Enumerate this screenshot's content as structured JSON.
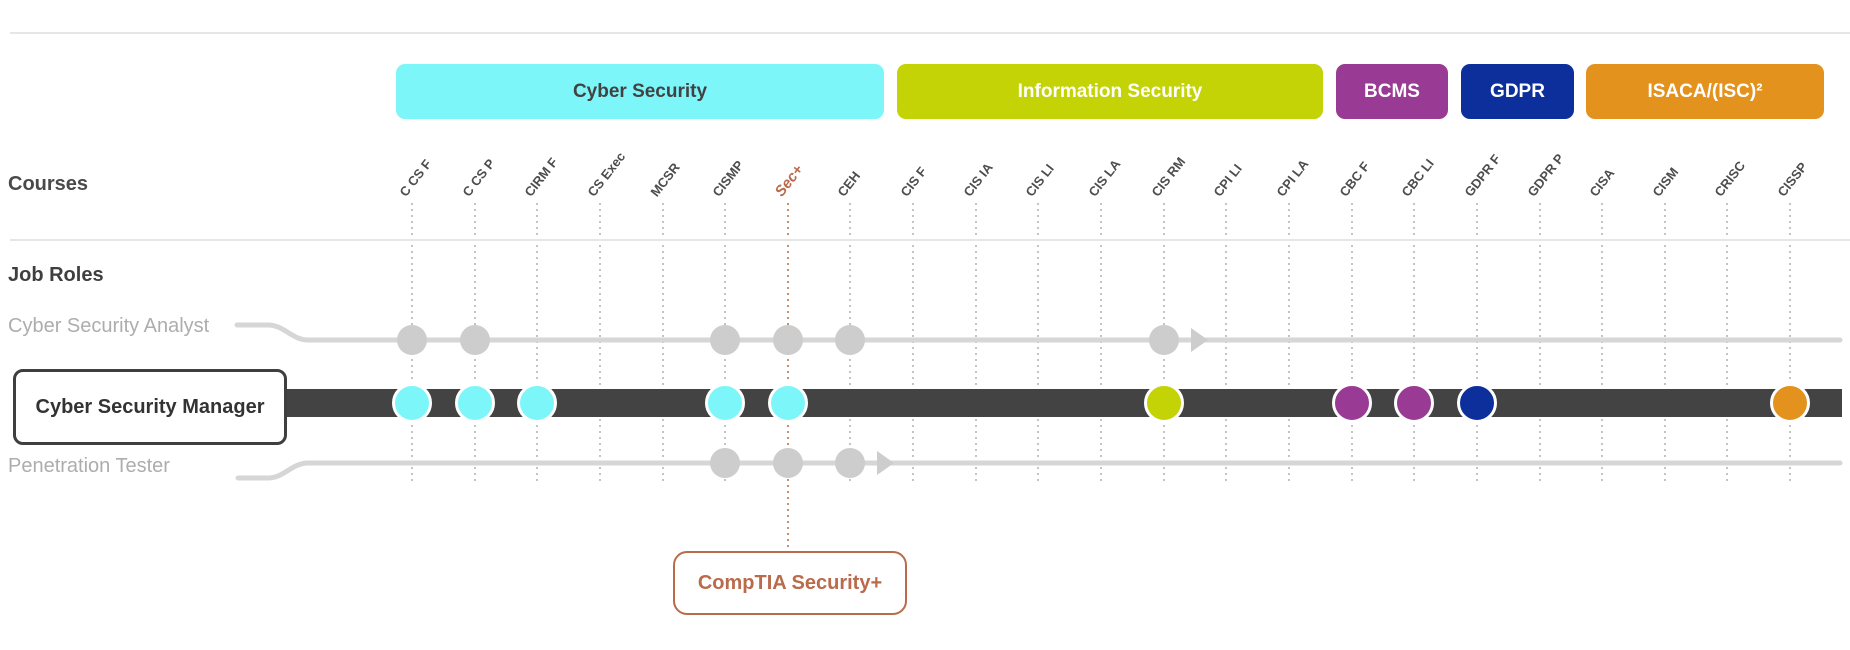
{
  "titles": {
    "courses": "Courses",
    "job_roles": "Job Roles"
  },
  "accent_color": "#B96B4C",
  "track_color": "#434343",
  "minor_color": "#CDCDCD",
  "categories": [
    {
      "id": "cyber",
      "label": "Cyber Security",
      "color": "#7DF6FA",
      "text_color": "#424242"
    },
    {
      "id": "infosec",
      "label": "Information Security",
      "color": "#C3D306",
      "text_color": "#FFFFFF"
    },
    {
      "id": "bcms",
      "label": "BCMS",
      "color": "#993B94",
      "text_color": "#FFFFFF"
    },
    {
      "id": "gdpr",
      "label": "GDPR",
      "color": "#0C2F9B",
      "text_color": "#FFFFFF"
    },
    {
      "id": "isaca",
      "label": "ISACA/(ISC)²",
      "color": "#E2921D",
      "text_color": "#FFFFFF"
    }
  ],
  "courses": [
    {
      "id": "ccsf",
      "label": "C CS F",
      "category": "cyber"
    },
    {
      "id": "ccsp",
      "label": "C CS P",
      "category": "cyber"
    },
    {
      "id": "cirmf",
      "label": "CIRM F",
      "category": "cyber"
    },
    {
      "id": "csexec",
      "label": "CS Exec",
      "category": "cyber"
    },
    {
      "id": "mcsr",
      "label": "MCSR",
      "category": "cyber"
    },
    {
      "id": "cismp",
      "label": "CISMP",
      "category": "cyber"
    },
    {
      "id": "secplus",
      "label": "Sec+",
      "category": "cyber",
      "highlight": true
    },
    {
      "id": "ceh",
      "label": "CEH",
      "category": "cyber"
    },
    {
      "id": "cisf",
      "label": "CIS F",
      "category": "infosec"
    },
    {
      "id": "cisia",
      "label": "CIS IA",
      "category": "infosec"
    },
    {
      "id": "cisli",
      "label": "CIS LI",
      "category": "infosec"
    },
    {
      "id": "cisla",
      "label": "CIS LA",
      "category": "infosec"
    },
    {
      "id": "cisrm",
      "label": "CIS RM",
      "category": "infosec"
    },
    {
      "id": "cpili",
      "label": "CPI LI",
      "category": "infosec"
    },
    {
      "id": "cpila",
      "label": "CPI LA",
      "category": "infosec"
    },
    {
      "id": "cbcf",
      "label": "CBC F",
      "category": "bcms"
    },
    {
      "id": "cbcli",
      "label": "CBC LI",
      "category": "bcms"
    },
    {
      "id": "gdprf",
      "label": "GDPR F",
      "category": "gdpr"
    },
    {
      "id": "gdprp",
      "label": "GDPR P",
      "category": "gdpr"
    },
    {
      "id": "cisa",
      "label": "CISA",
      "category": "isaca"
    },
    {
      "id": "cism",
      "label": "CISM",
      "category": "isaca"
    },
    {
      "id": "crisc",
      "label": "CRISC",
      "category": "isaca"
    },
    {
      "id": "cissp",
      "label": "CISSP",
      "category": "isaca"
    }
  ],
  "roles": [
    {
      "id": "analyst",
      "label": "Cyber Security Analyst",
      "style": "secondary",
      "dots": [
        "ccsf",
        "ccsp",
        "cismp",
        "secplus",
        "ceh",
        "cisrm"
      ],
      "has_arrow": true
    },
    {
      "id": "manager",
      "label": "Cyber Security Manager",
      "style": "primary",
      "dots": [
        "ccsf",
        "ccsp",
        "cirmf",
        "cismp",
        "secplus",
        "cisrm",
        "cbcf",
        "cbcli",
        "gdprf",
        "cissp"
      ],
      "has_arrow": false
    },
    {
      "id": "pentester",
      "label": "Penetration Tester",
      "style": "secondary",
      "dots": [
        "cismp",
        "secplus",
        "ceh"
      ],
      "has_arrow": true
    }
  ],
  "callout": {
    "label": "CompTIA Security+"
  }
}
